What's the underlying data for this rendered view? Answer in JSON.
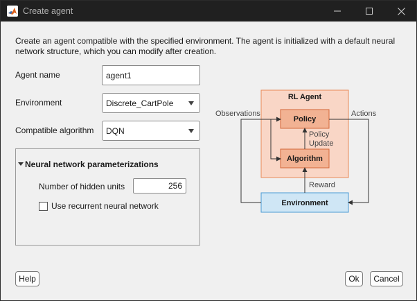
{
  "window": {
    "title": "Create agent",
    "controls": {
      "minimize_icon": "minimize-icon",
      "maximize_icon": "maximize-icon",
      "close_icon": "close-icon"
    }
  },
  "description": "Create an agent compatible with the specified environment. The agent is initialized with a default neural network structure, which you can modify after creation.",
  "form": {
    "agent_name_label": "Agent name",
    "agent_name_value": "agent1",
    "environment_label": "Environment",
    "environment_value": "Discrete_CartPole",
    "algorithm_label": "Compatible algorithm",
    "algorithm_value": "DQN"
  },
  "panel": {
    "title": "Neural network parameterizations",
    "hidden_units_label": "Number of hidden units",
    "hidden_units_value": "256",
    "recurrent_label": "Use recurrent neural network",
    "recurrent_checked": false
  },
  "diagram": {
    "rl_agent": "RL Agent",
    "policy": "Policy",
    "algorithm": "Algorithm",
    "environment": "Environment",
    "observations": "Observations",
    "actions": "Actions",
    "policy_update_line1": "Policy",
    "policy_update_line2": "Update",
    "reward": "Reward",
    "colors": {
      "agent_fill": "#f9d6c6",
      "agent_border": "#e98a58",
      "block_fill": "#f2b293",
      "block_border": "#d4683a",
      "env_fill": "#cfe6f5",
      "env_border": "#4a9ad4"
    }
  },
  "buttons": {
    "help": "Help",
    "ok": "Ok",
    "cancel": "Cancel"
  }
}
